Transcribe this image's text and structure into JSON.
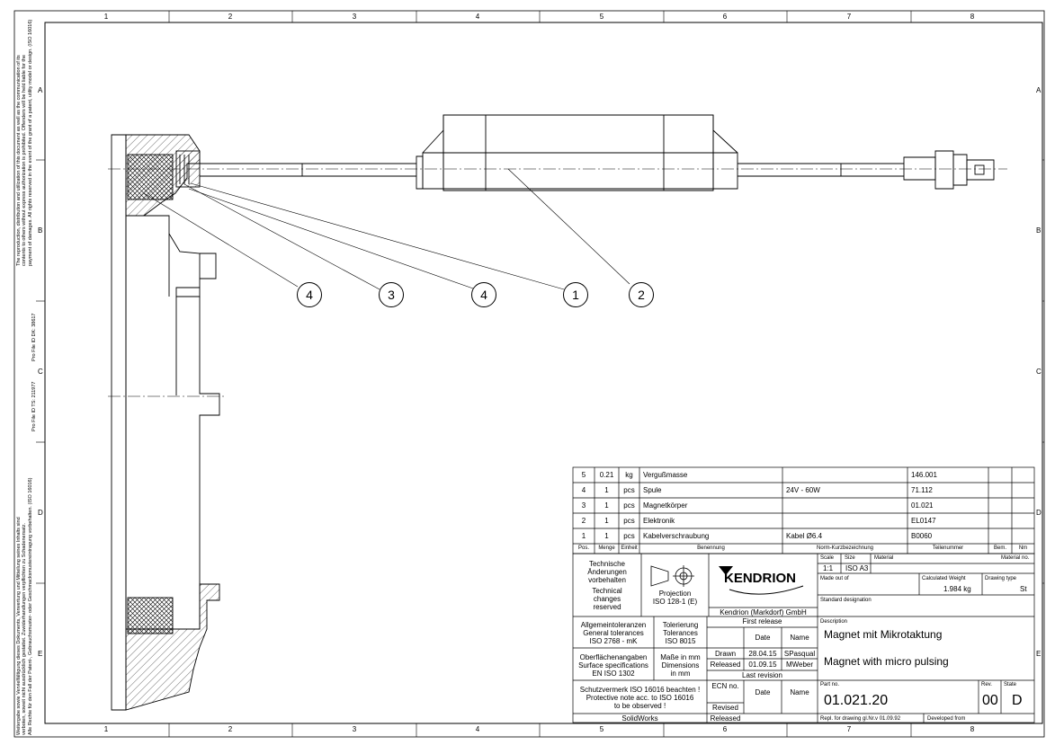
{
  "border": {
    "col_numbers": [
      "1",
      "2",
      "3",
      "4",
      "5",
      "6",
      "7",
      "8"
    ],
    "row_letters": [
      "A",
      "B",
      "C",
      "D",
      "E"
    ]
  },
  "side_notes": {
    "top_left": [
      "The reproduction, distribution and utilization of this document as well as the communication of its",
      "contents to others without express authorization is prohibited. Offenders will be held liable for the",
      "payment of damages. All rights reserved in the event of the grant of a patent, utility model or design. (ISO 16016)"
    ],
    "pro_file_dk": "Pro File ID DK: 38617",
    "pro_file_ots": "Pro File ID TS: 211977",
    "bottom_left": [
      "Weitergabe sowie Vervielfältigung dieses Dokuments, Verwertung und Mitteilung seines Inhalts sind",
      "verboten, soweit nicht ausdrücklich gestattet. Zuwiderhandlungen verpflichten zu Schadenersatz.",
      "Alle Rechte für den Fall der Patent-, Gebrauchsmuster- oder Geschmacksmustereintragung vorbehalten. (ISO 16016)"
    ]
  },
  "balloons": [
    "4",
    "3",
    "4",
    "1",
    "2"
  ],
  "bom": {
    "rows": [
      {
        "pos": "5",
        "qty": "0.21",
        "unit": "kg",
        "name": "Vergußmasse",
        "spec": "",
        "part": "146.001"
      },
      {
        "pos": "4",
        "qty": "1",
        "unit": "pcs",
        "name": "Spule",
        "spec": "24V - 60W",
        "part": "71.112"
      },
      {
        "pos": "3",
        "qty": "1",
        "unit": "pcs",
        "name": "Magnetkörper",
        "spec": "",
        "part": "01.021"
      },
      {
        "pos": "2",
        "qty": "1",
        "unit": "pcs",
        "name": "Elektronik",
        "spec": "",
        "part": "EL0147"
      },
      {
        "pos": "1",
        "qty": "1",
        "unit": "pcs",
        "name": "Kabelverschraubung",
        "spec": "Kabel Ø6.4",
        "part": "B0060"
      }
    ],
    "headers": {
      "pos": "Pos.",
      "qty": "Menge",
      "unit": "Einheit",
      "name": "Benennung",
      "spec": "Norm-Kurzbezeichnung",
      "part": "Teilenummer",
      "bem": "Bem.",
      "nm": "Nm"
    }
  },
  "title_block": {
    "tech_changes_de": [
      "Technische",
      "Änderungen",
      "vorbehalten"
    ],
    "tech_changes_en": [
      "Technical",
      "changes",
      "reserved"
    ],
    "projection": [
      "Projection",
      "ISO 128-1 (E)"
    ],
    "company": "Kendrion (Markdorf) GmbH",
    "logo_text": "KENDRION",
    "scale_label": "Scale",
    "scale": "1:1",
    "size_label": "Size",
    "size": "ISO A3",
    "material_label": "Material",
    "material_no_label": "Material no.",
    "made_out_of_label": "Made out of",
    "calc_weight_label": "Calculated Weight",
    "calc_weight": "1.984 kg",
    "drawing_type_label": "Drawing type",
    "drawing_type": "St",
    "standard_designation_label": "Standard designation",
    "gen_tol": [
      "Allgemeintoleranzen",
      "General tolerances",
      "ISO 2768 - mK"
    ],
    "tolerancing": [
      "Tolerierung",
      "Tolerances",
      "ISO 8015"
    ],
    "first_release": "First release",
    "date_label": "Date",
    "name_label": "Name",
    "drawn_label": "Drawn",
    "drawn_date": "28.04.15",
    "drawn_name": "SPasqual",
    "released_label": "Released",
    "released_date": "01.09.15",
    "released_name": "MWeber",
    "surface": [
      "Oberflächenangaben",
      "Surface specifications",
      "EN ISO 1302"
    ],
    "dimensions": [
      "Maße in mm",
      "Dimensions",
      "in mm"
    ],
    "last_revision": "Last revision",
    "description_label": "Description",
    "desc_de": "Magnet mit Mikrotaktung",
    "desc_en": "Magnet with micro pulsing",
    "protective": [
      "Schutzvermerk ISO 16016 beachten !",
      "Protective note acc. to ISO 16016",
      "to be observed !"
    ],
    "ecn_label": "ECN no.",
    "revised_label": "Revised",
    "released2_label": "Released",
    "part_no_label": "Part no.",
    "part_no": "01.021.20",
    "rev_label": "Rev.",
    "rev": "00",
    "state_label": "State",
    "state": "D",
    "software": "SolidWorks",
    "repl_for": "Repl. for drawing gl.Nr.v 01.09.92",
    "developed_from": "Developed from"
  }
}
